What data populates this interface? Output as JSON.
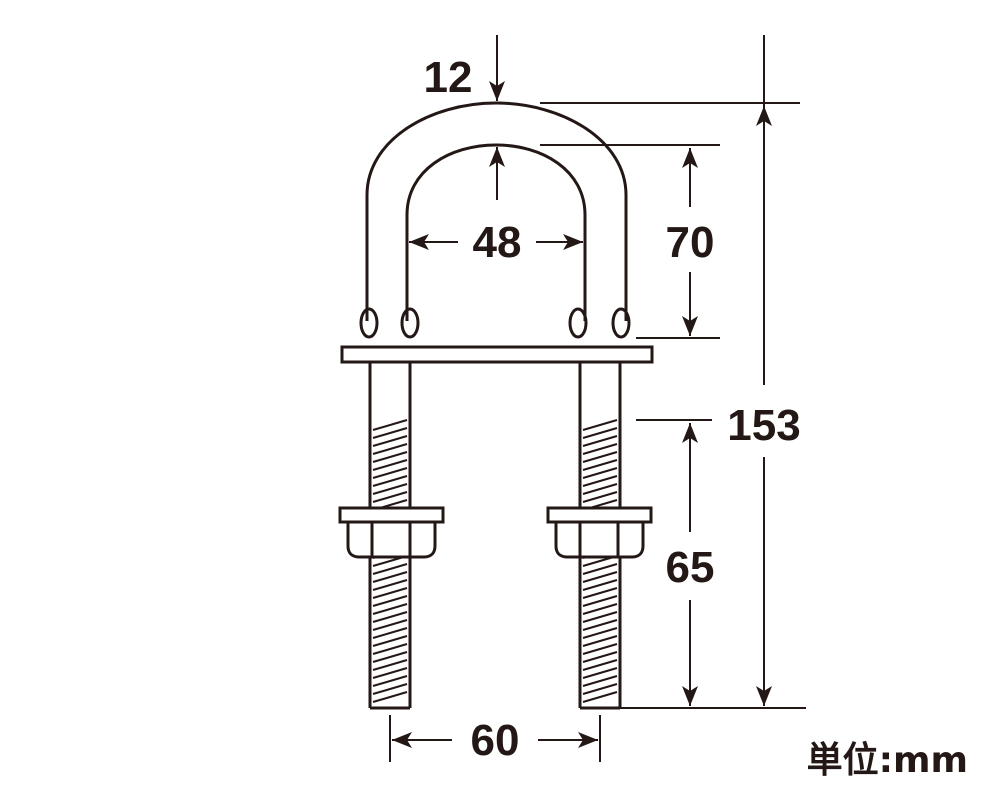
{
  "diagram": {
    "dimensions": {
      "rod_diameter": "12",
      "inner_width": "48",
      "bend_height": "70",
      "total_height": "153",
      "thread_length": "65",
      "center_distance": "60"
    },
    "unit_label": "単位:mm",
    "colors": {
      "line": "#231815",
      "background": "#ffffff"
    }
  }
}
